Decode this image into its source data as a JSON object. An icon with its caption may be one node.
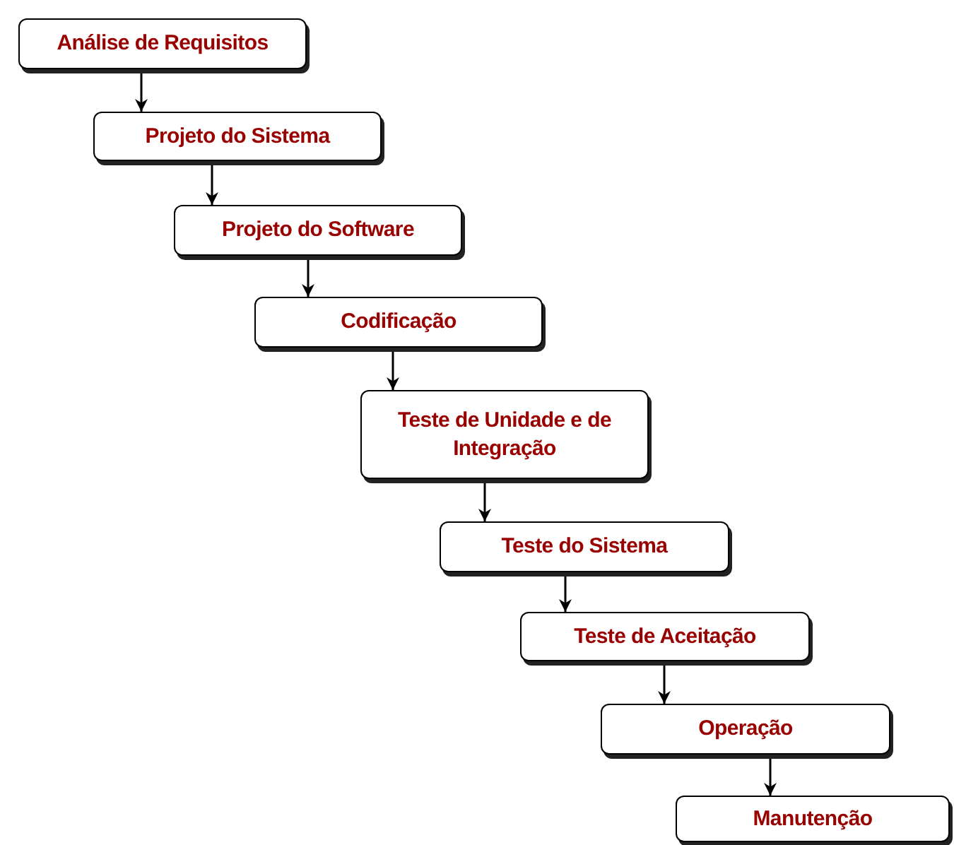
{
  "diagram": {
    "nodes": [
      {
        "text": [
          "Análise de Requisitos"
        ]
      },
      {
        "text": [
          "Projeto do Sistema"
        ]
      },
      {
        "text": [
          "Projeto do Software"
        ]
      },
      {
        "text": [
          "Codificação"
        ]
      },
      {
        "text": [
          "Teste de Unidade e de Integração"
        ]
      },
      {
        "text": [
          "Teste do Sistema"
        ]
      },
      {
        "text": [
          "Teste de Aceitação"
        ]
      },
      {
        "text": [
          "Operação"
        ]
      },
      {
        "text": [
          "Manutenção"
        ]
      }
    ],
    "edges": [
      {
        "from": 0,
        "to": 1,
        "arrow": "to"
      },
      {
        "from": 1,
        "to": 2,
        "arrow": "to"
      },
      {
        "from": 2,
        "to": 3,
        "arrow": "to"
      },
      {
        "from": 3,
        "to": 4,
        "arrow": "to"
      },
      {
        "from": 4,
        "to": 5,
        "arrow": "to"
      },
      {
        "from": 5,
        "to": 6,
        "arrow": "to"
      },
      {
        "from": 6,
        "to": 7,
        "arrow": "to"
      },
      {
        "from": 7,
        "to": 8,
        "arrow": "to"
      }
    ]
  }
}
